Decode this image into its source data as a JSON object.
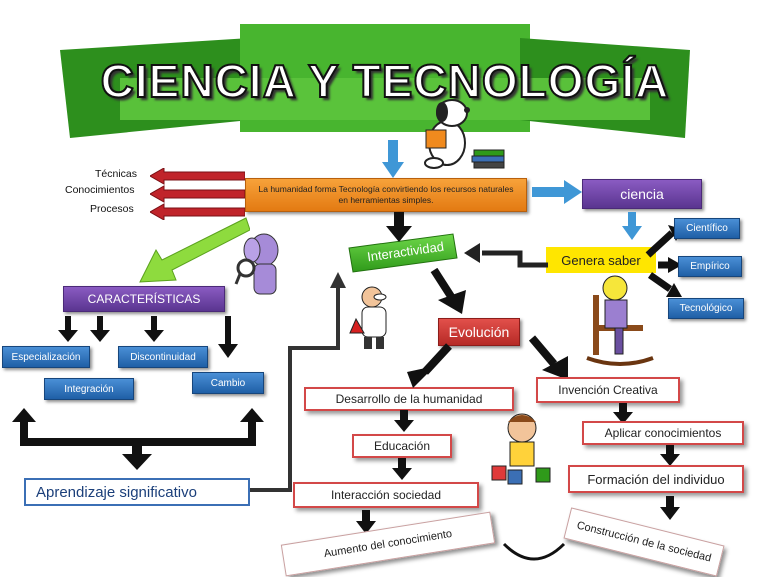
{
  "title": "CIENCIA Y TECNOLOGÍA",
  "left_labels": [
    "Técnicas",
    "Conocimientos",
    "Procesos"
  ],
  "central": "La humanidad forma Tecnología convirtiendo los recursos naturales en herramientas simples.",
  "caracteristicas": "CARACTERÍSTICAS",
  "especializacion": "Especialización",
  "discontinuidad": "Discontinuidad",
  "integracion": "Integración",
  "cambio": "Cambio",
  "aprendizaje": "Aprendizaje significativo",
  "interactividad": "Interactividad",
  "ciencia": "ciencia",
  "genera_saber": "Genera saber",
  "cientifico": "Científico",
  "empirico": "Empírico",
  "tecnologico": "Tecnológico",
  "evolucion": "Evolución",
  "desarrollo": "Desarrollo de la humanidad",
  "invencion": "Invención Creativa",
  "educacion": "Educación",
  "aplicar": "Aplicar conocimientos",
  "interaccion": "Interacción sociedad",
  "formacion": "Formación del individuo",
  "aumento": "Aumento del conocimiento",
  "construccion": "Construcción de la sociedad",
  "colors": {
    "title_bg": "#3fae2a",
    "purple": "#6a3fa0",
    "blue": "#2a6fbf",
    "red": "#c8322e",
    "orange": "#f08a1e",
    "yellow": "#ffe600",
    "arrow_red": "#c0242a"
  },
  "icons": [
    "reading-dog-icon",
    "elephant-icon",
    "scientist-icon",
    "old-man-rocking-chair-icon",
    "child-blocks-icon"
  ]
}
